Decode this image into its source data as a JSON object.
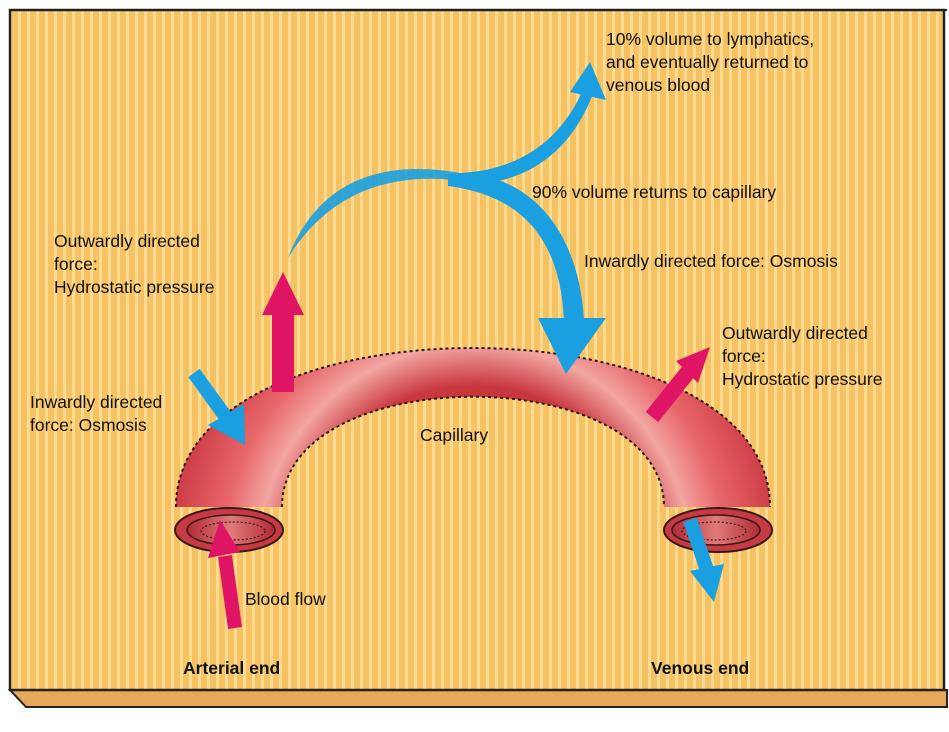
{
  "labels": {
    "lymphatics": "10% volume to lymphatics,\nand eventually returned to\nvenous blood",
    "returns_capillary": "90% volume returns to capillary",
    "inward_osmosis_right": "Inwardly directed force: Osmosis",
    "outward_hydrostatic_left": "Outwardly directed\nforce:\nHydrostatic pressure",
    "outward_hydrostatic_right": "Outwardly directed\nforce:\nHydrostatic pressure",
    "inward_osmosis_left": "Inwardly directed\nforce: Osmosis",
    "capillary": "Capillary",
    "blood_flow": "Blood flow",
    "arterial_end": "Arterial end",
    "venous_end": "Venous end"
  },
  "colors": {
    "background": "#f6c262",
    "stripe": "#fbe3a4",
    "board_edge": "#222222",
    "capillary_fill": "#e4605e",
    "capillary_highlight": "#f2a1a0",
    "fluid_arrow": "#1aa0e0",
    "force_arrow": "#e01464"
  }
}
